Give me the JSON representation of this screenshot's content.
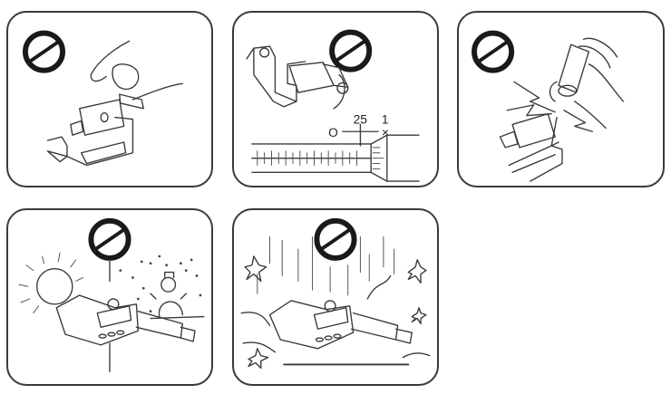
{
  "figure": {
    "layout": "5 warning panels, 3 on top row, 2 on bottom row",
    "stroke_color": "#3a3a3a",
    "prohibition_color": "#1a1a1a",
    "background": "#ffffff"
  },
  "panels": [
    {
      "id": 1,
      "icon": "prohibition-icon",
      "subject": "hand-turning-micrometer-thimble"
    },
    {
      "id": 2,
      "icon": "prohibition-icon",
      "subject": "micrometer-scale-reading",
      "labels": {
        "left_mark": "O",
        "value_25": "25",
        "value_1": "1",
        "right_mark": "×"
      }
    },
    {
      "id": 3,
      "icon": "prohibition-icon",
      "subject": "electric-engraver-sparks-on-micrometer"
    },
    {
      "id": 4,
      "icon": "prohibition-icon",
      "subject": "temperature-extremes-sun-and-snowman"
    },
    {
      "id": 5,
      "icon": "prohibition-icon",
      "subject": "dropping-micrometer-impact"
    }
  ]
}
